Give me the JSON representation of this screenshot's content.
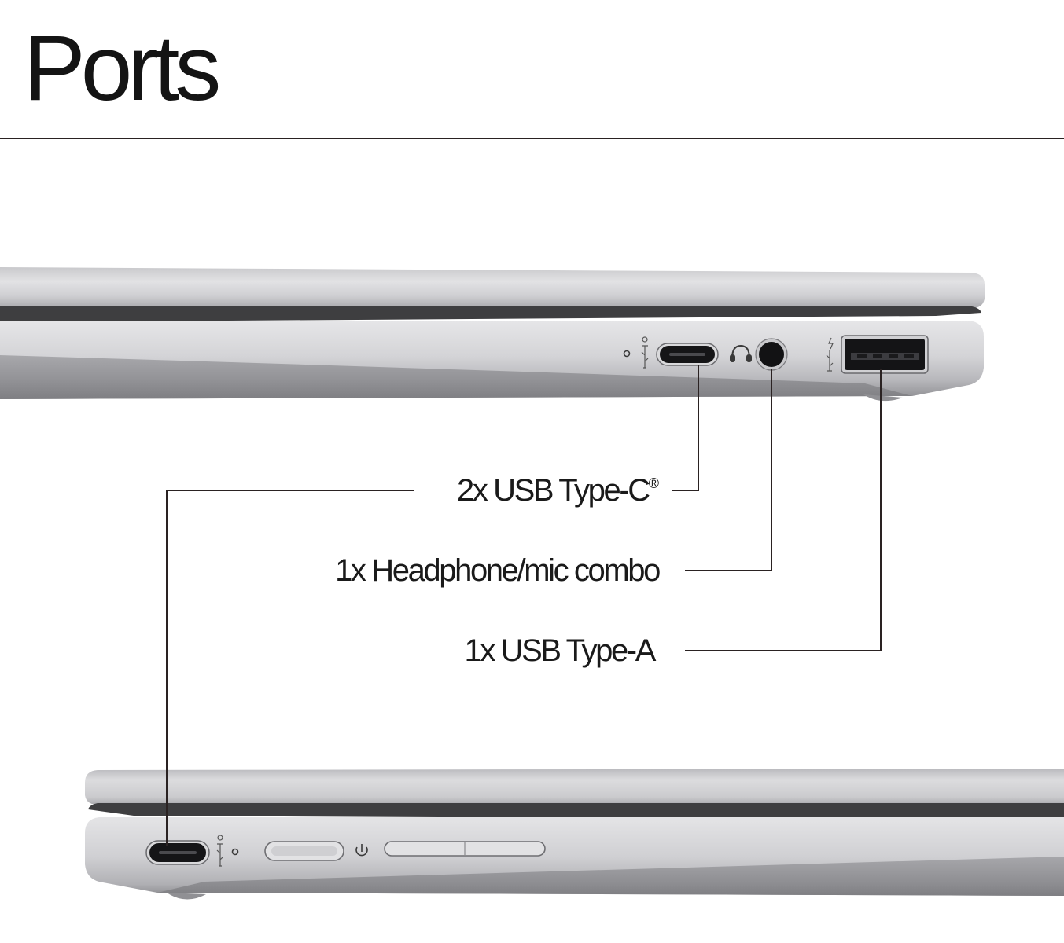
{
  "page": {
    "title": "Ports"
  },
  "ports": {
    "usb_c_label": "2x USB Type-C",
    "usb_c_mark": "®",
    "headphone_label": "1x Headphone/mic combo",
    "usb_a_label": "1x USB Type-A"
  },
  "colors": {
    "text": "#141414",
    "chassis_light": "#d6d6d8",
    "chassis_mid": "#b4b4b7",
    "chassis_dark": "#8c8c90",
    "gap": "#3c3c3e",
    "leader_line": "#2a2222"
  },
  "icons": {
    "usb_c_symbol": "usb-power-delivery-icon",
    "headphone_symbol": "headphone-icon",
    "usb_a_symbol": "usb-charge-icon",
    "power_symbol": "power-icon"
  }
}
